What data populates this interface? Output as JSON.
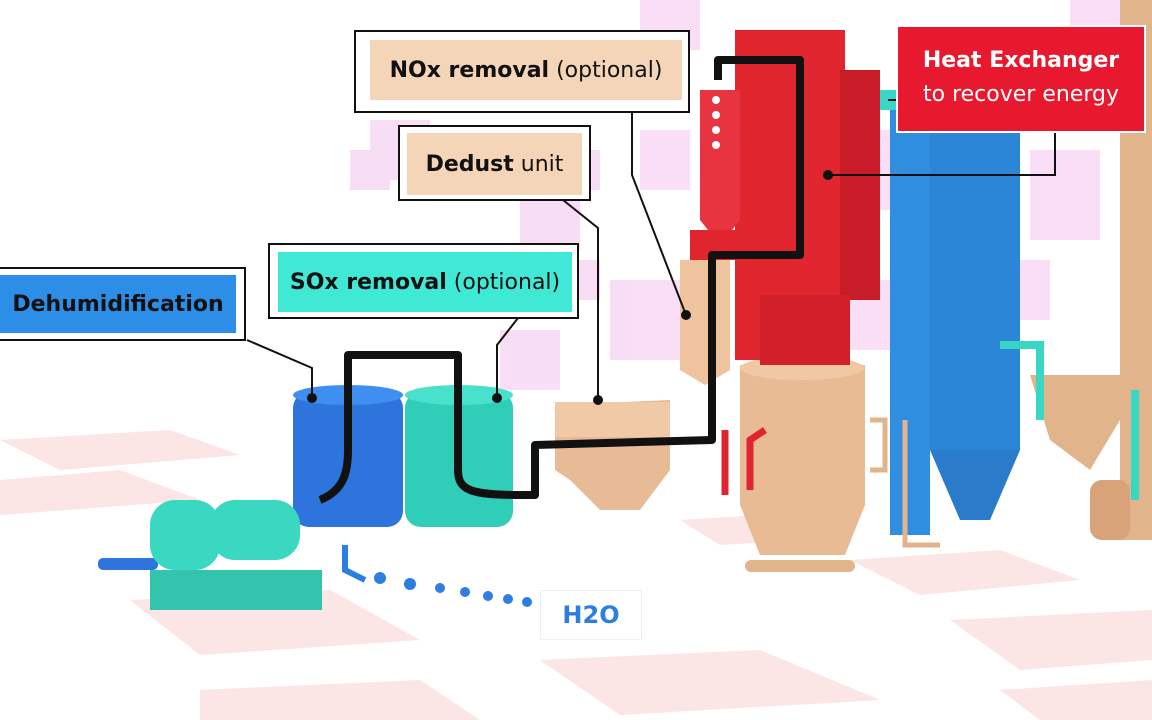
{
  "labels": {
    "nox": {
      "bold": "NOx removal",
      "regular": "(optional)"
    },
    "heat_exchanger": {
      "title": "Heat Exchanger",
      "subtitle": "to recover energy"
    },
    "dedust": {
      "bold": "Dedust",
      "regular": "unit"
    },
    "sox": {
      "bold": "SOx removal",
      "regular": "(optional)"
    },
    "dehumidification": {
      "bold": "Dehumidification"
    },
    "h2o": "H2O"
  },
  "colors": {
    "nox_box": "#f5d5b8",
    "dedust_box": "#f5d5b8",
    "sox_box": "#40e8d6",
    "dehumidification_box": "#2d8ee8",
    "heat_exchanger_box": "#e8192f",
    "pipe": "#111111"
  }
}
